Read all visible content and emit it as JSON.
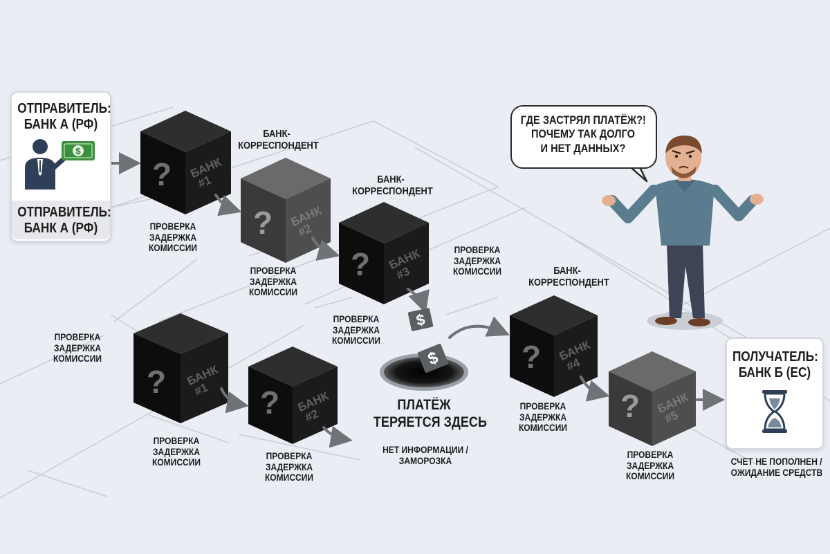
{
  "sender": {
    "title_line1": "ОТПРАВИТЕЛЬ:",
    "title_line2": "БАНК А (РФ)",
    "footer_line1": "ОТПРАВИТЕЛЬ:",
    "footer_line2": "БАНК А (РФ)",
    "icons": [
      "businessman-icon",
      "dollar-bill-icon"
    ]
  },
  "receiver": {
    "title_line1": "ПОЛУЧАТЕЛЬ:",
    "title_line2": "БАНК Б (ЕС)",
    "icon": "hourglass-icon",
    "status_line1": "СЧЕТ НЕ ПОПОЛНЕН /",
    "status_line2": "ОЖИДАНИЕ СРЕДСТВ"
  },
  "speech_bubble": {
    "line1": "ГДЕ ЗАСТРЯЛ ПЛАТЁЖ?!",
    "line2": "ПОЧЕМУ ТАК ДОЛГО",
    "line3": "И НЕТ ДАННЫХ?"
  },
  "correspondent_label": {
    "line1": "БАНК-",
    "line2": "КОРРЕСПОНДЕНТ"
  },
  "check_label": {
    "line1": "ПРОВЕРКА",
    "line2": "ЗАДЕРЖКА",
    "line3": "КОМИССИИ"
  },
  "unknown_symbol": "?",
  "dollar_symbol": "$",
  "upper_chain": [
    {
      "line1": "БАНК",
      "line2": "#1",
      "shade": "#1b1b1b"
    },
    {
      "line1": "БАНК",
      "line2": "#2",
      "shade": "#4a4a4a"
    },
    {
      "line1": "БАНК",
      "line2": "#3",
      "shade": "#1b1b1b"
    }
  ],
  "lower_chain": [
    {
      "line1": "БАНК",
      "line2": "#1",
      "shade": "#1b1b1b"
    },
    {
      "line1": "БАНК",
      "line2": "#2",
      "shade": "#1b1b1b"
    }
  ],
  "right_chain": [
    {
      "line1": "БАНК",
      "line2": "#4",
      "shade": "#1b1b1b"
    },
    {
      "line1": "БАНК",
      "line2": "#5",
      "shade": "#4a4a4a"
    }
  ],
  "lost_payment": {
    "line1": "ПЛАТЁЖ",
    "line2": "ТЕРЯЕТСЯ ЗДЕСЬ"
  },
  "no_info": {
    "line1": "НЕТ ИНФОРМАЦИИ /",
    "line2": "ЗАМОРОЗКА"
  },
  "colors": {
    "background": "#eaeef4",
    "arrow": "#6f7378",
    "money_green": "#3b8f3e",
    "person_shirt": "#5b7b8e",
    "person_pants": "#3c4455"
  }
}
